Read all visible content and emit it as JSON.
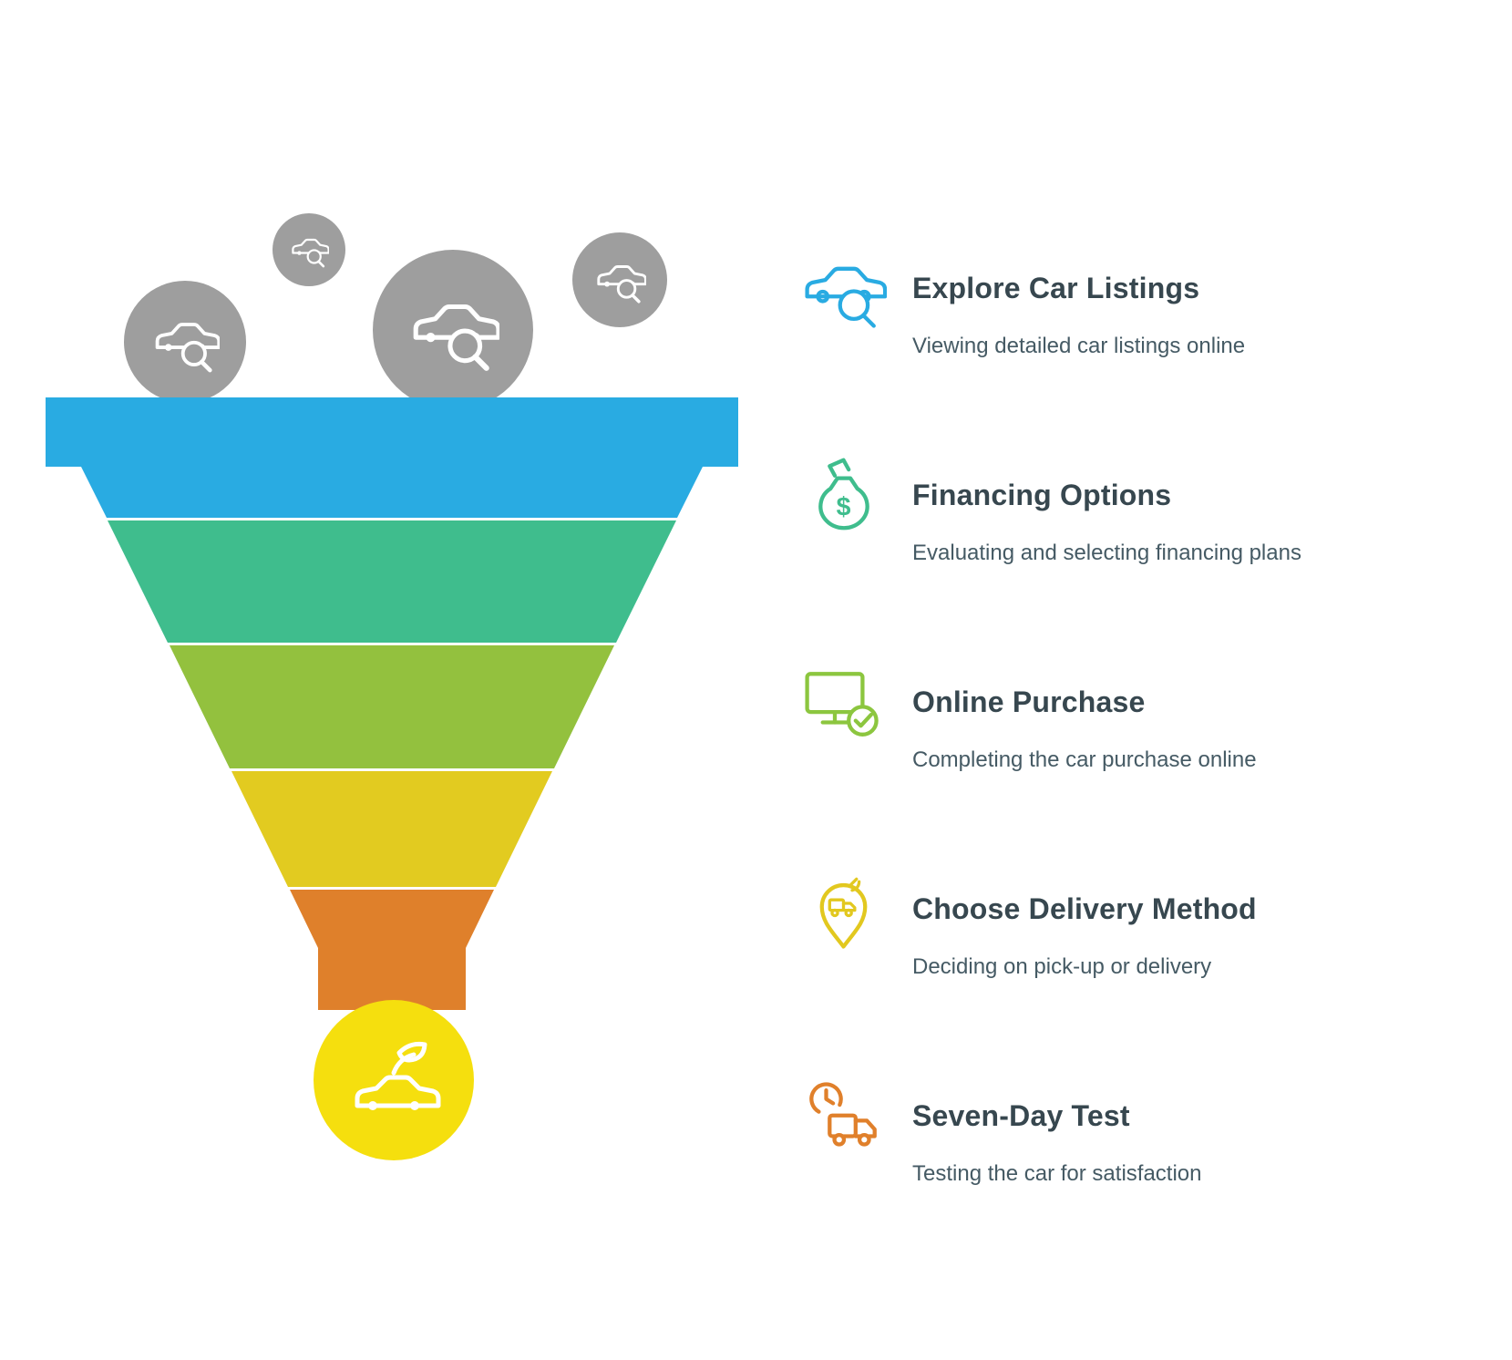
{
  "funnel": {
    "input_bubble_color": "#9E9E9E",
    "output_circle_color": "#F5DF0E",
    "layers": [
      {
        "name": "explore-car-listings",
        "color": "#29ABE2"
      },
      {
        "name": "financing-options",
        "color": "#3FBD8D"
      },
      {
        "name": "online-purchase",
        "color": "#93C13E"
      },
      {
        "name": "choose-delivery-method",
        "color": "#E2CB20"
      },
      {
        "name": "seven-day-test",
        "color": "#DF802B"
      }
    ]
  },
  "steps": [
    {
      "title": "Explore Car Listings",
      "description": "Viewing detailed car listings online",
      "color": "#29ABE2",
      "icon": "car-search-icon"
    },
    {
      "title": "Financing Options",
      "description": "Evaluating and selecting financing plans",
      "color": "#3FBD8D",
      "icon": "money-bag-icon"
    },
    {
      "title": "Online Purchase",
      "description": "Completing the car purchase online",
      "color": "#8CC63F",
      "icon": "monitor-check-icon"
    },
    {
      "title": "Choose Delivery Method",
      "description": "Deciding on pick-up or delivery",
      "color": "#E2C81F",
      "icon": "delivery-pin-icon"
    },
    {
      "title": "Seven-Day Test",
      "description": "Testing the car for satisfaction",
      "color": "#E0802B",
      "icon": "truck-clock-icon"
    }
  ],
  "money_symbol": "$"
}
